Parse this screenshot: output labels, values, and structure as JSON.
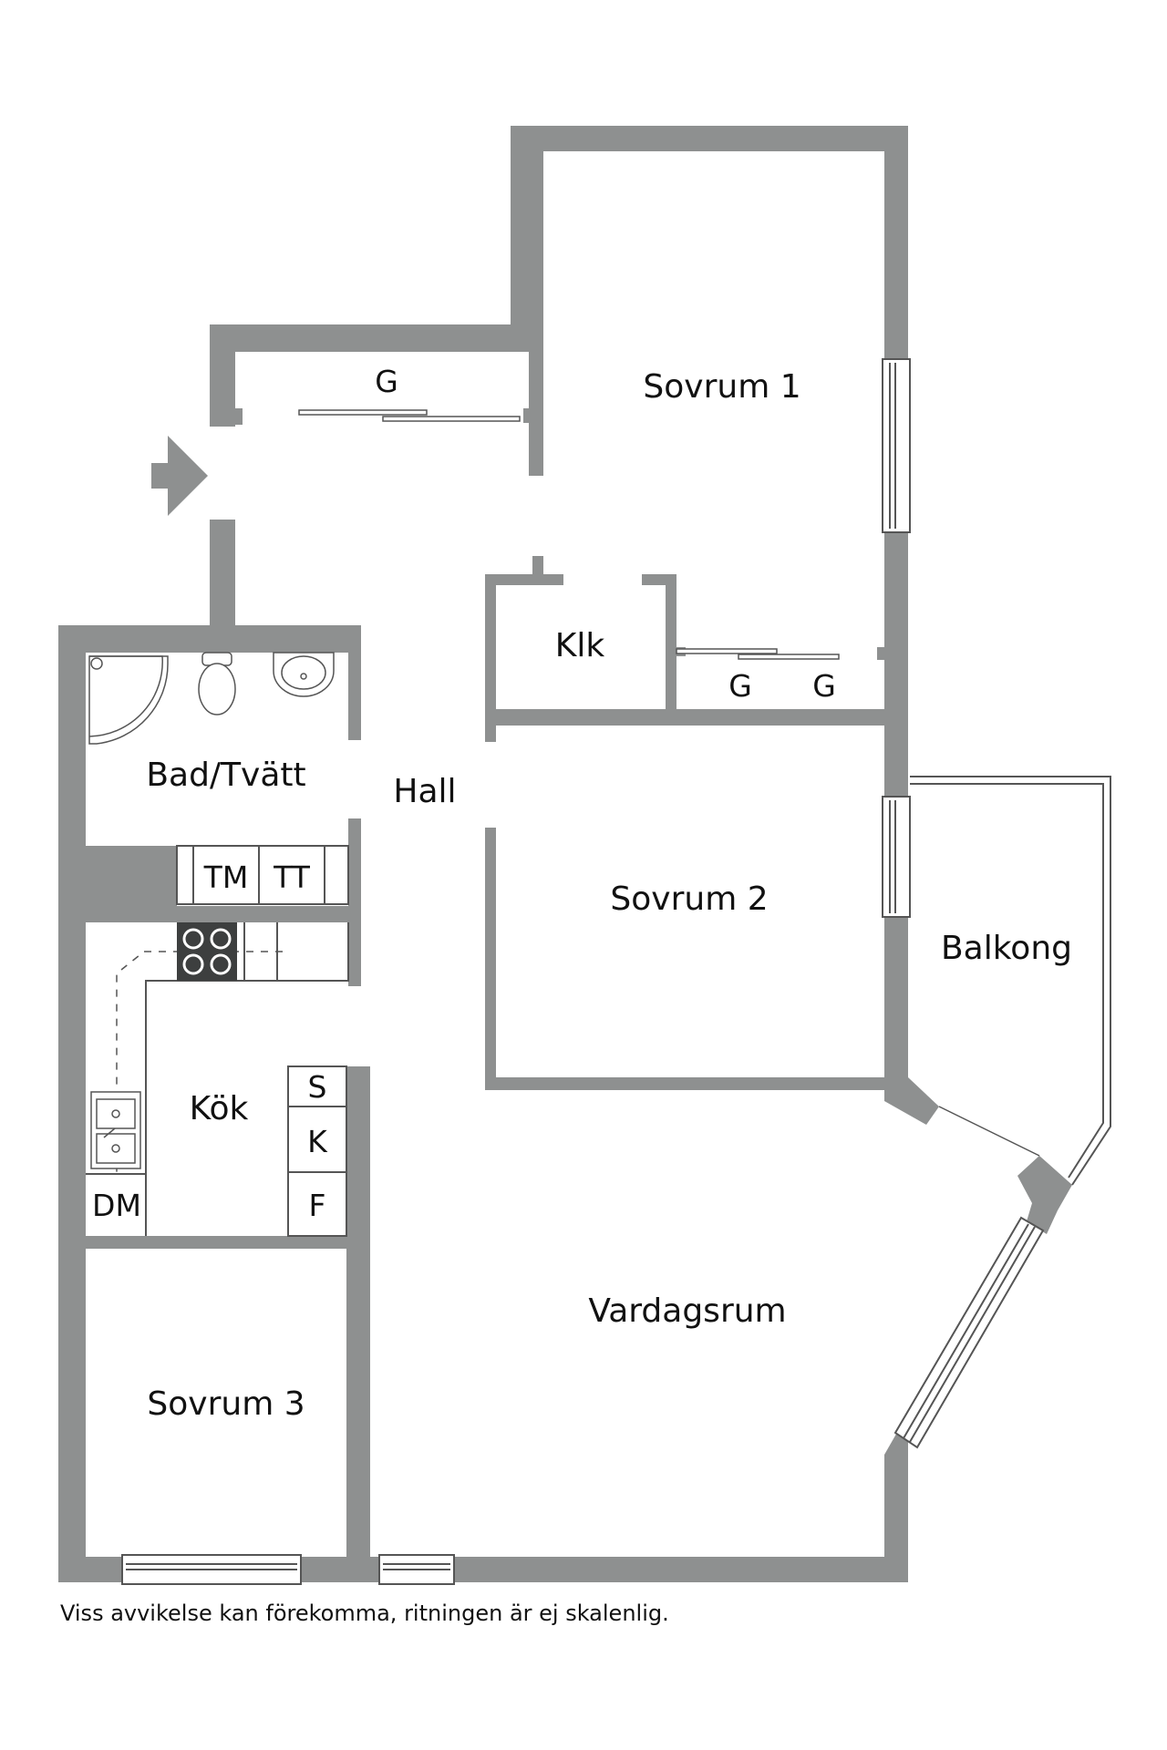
{
  "colors": {
    "wall": "#8e9090",
    "wall_dark": "#5f6161",
    "fixture_line": "#555555",
    "stove": "#3d3f3f",
    "text": "#111111",
    "background": "#ffffff"
  },
  "rooms": {
    "sovrum1": "Sovrum 1",
    "sovrum2": "Sovrum 2",
    "sovrum3": "Sovrum 3",
    "hall": "Hall",
    "klk": "Klk",
    "bad": "Bad/Tvätt",
    "kok": "Kök",
    "vardagsrum": "Vardagsrum",
    "balkong": "Balkong"
  },
  "closets": {
    "g_hall": "G",
    "g_left": "G",
    "g_right": "G"
  },
  "appliances": {
    "tm": "TM",
    "tt": "TT",
    "s": "S",
    "k": "K",
    "f": "F",
    "dm": "DM"
  },
  "icons": {
    "entrance": "entrance-arrow-icon"
  },
  "footer": {
    "disclaimer": "Viss avvikelse kan förekomma, ritningen är ej skalenlig."
  }
}
